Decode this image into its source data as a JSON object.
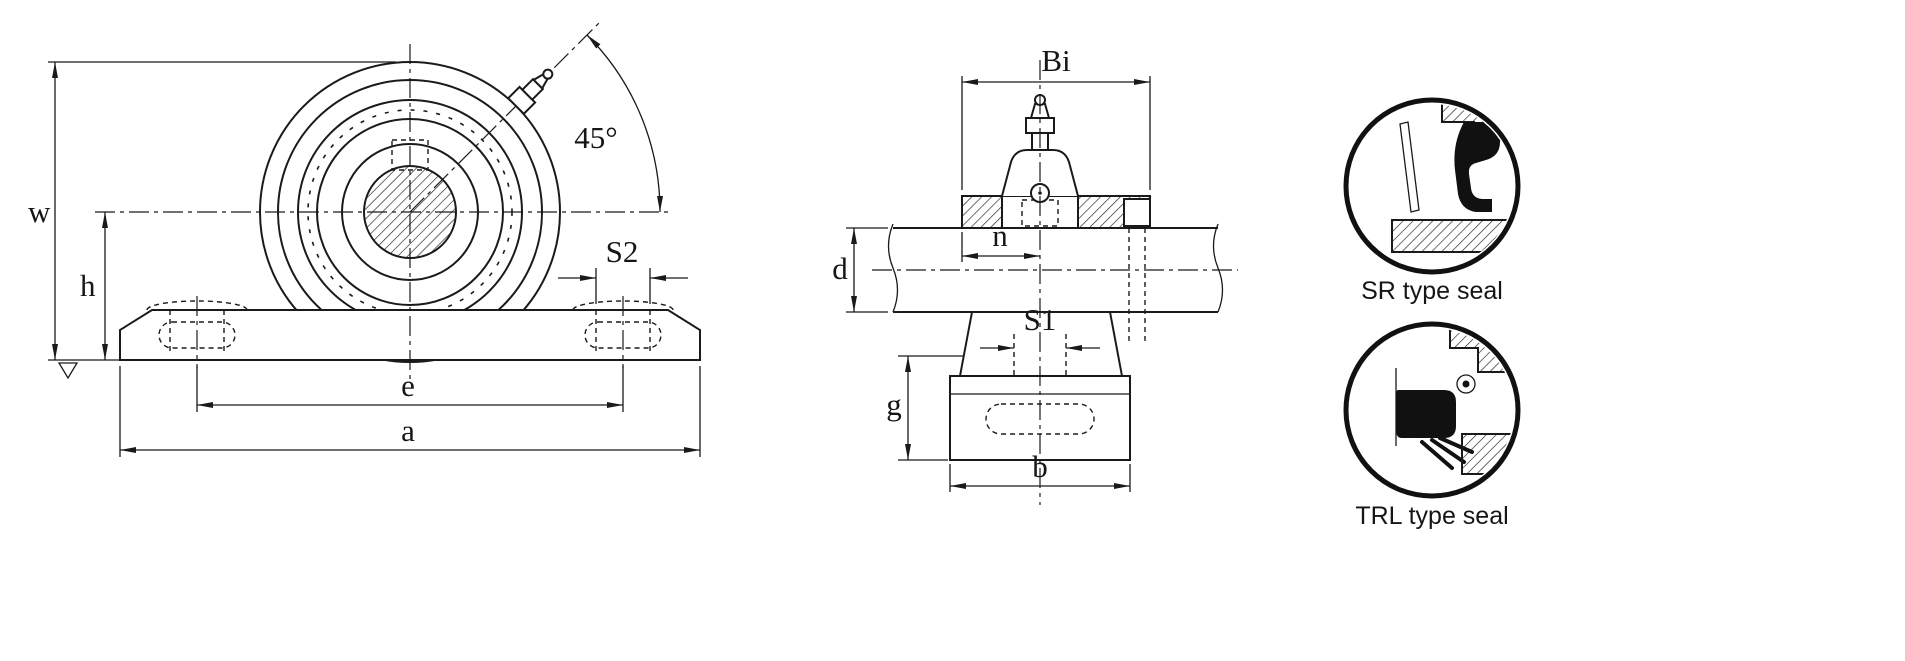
{
  "colors": {
    "ink": "#1a1a1a",
    "background": "#ffffff"
  },
  "front_view": {
    "labels": {
      "w": "w",
      "h": "h",
      "e": "e",
      "a": "a",
      "s2": "S2",
      "angle": "45°"
    }
  },
  "side_view": {
    "labels": {
      "bi": "Bi",
      "n": "n",
      "d": "d",
      "s1": "S1",
      "g": "g",
      "b": "b"
    }
  },
  "seal_details": [
    {
      "caption": "SR type seal"
    },
    {
      "caption": "TRL type seal"
    }
  ]
}
